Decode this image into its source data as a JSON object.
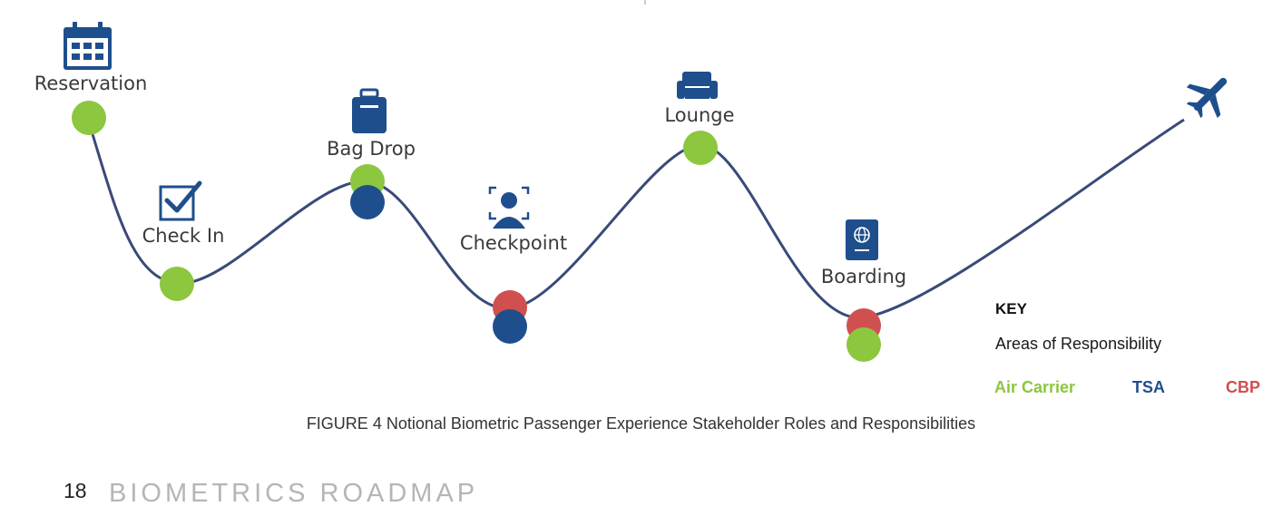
{
  "diagram": {
    "stops": [
      {
        "id": "reservation",
        "label": "Reservation",
        "icon": "calendar-icon",
        "roles": [
          "air_carrier"
        ]
      },
      {
        "id": "check-in",
        "label": "Check In",
        "icon": "checkbox-icon",
        "roles": [
          "air_carrier"
        ]
      },
      {
        "id": "bag-drop",
        "label": "Bag Drop",
        "icon": "luggage-icon",
        "roles": [
          "air_carrier",
          "tsa"
        ]
      },
      {
        "id": "checkpoint",
        "label": "Checkpoint",
        "icon": "face-scan-icon",
        "roles": [
          "cbp",
          "tsa"
        ]
      },
      {
        "id": "lounge",
        "label": "Lounge",
        "icon": "sofa-icon",
        "roles": [
          "air_carrier"
        ]
      },
      {
        "id": "boarding",
        "label": "Boarding",
        "icon": "passport-icon",
        "roles": [
          "cbp",
          "air_carrier"
        ]
      }
    ],
    "end_icon": "airplane-icon"
  },
  "key": {
    "title": "KEY",
    "subtitle": "Areas of Responsibility",
    "items": [
      {
        "id": "air_carrier",
        "label": "Air Carrier",
        "color": "#8dc63f"
      },
      {
        "id": "tsa",
        "label": "TSA",
        "color": "#1f4e8c"
      },
      {
        "id": "cbp",
        "label": "CBP",
        "color": "#d0504f"
      }
    ]
  },
  "colors": {
    "path": "#3a4a78",
    "icon": "#1f4e8c"
  },
  "caption": "FIGURE 4 Notional Biometric Passenger Experience Stakeholder Roles and Responsibilities",
  "footer": {
    "page_number": "18",
    "title": "BIOMETRICS ROADMAP"
  }
}
